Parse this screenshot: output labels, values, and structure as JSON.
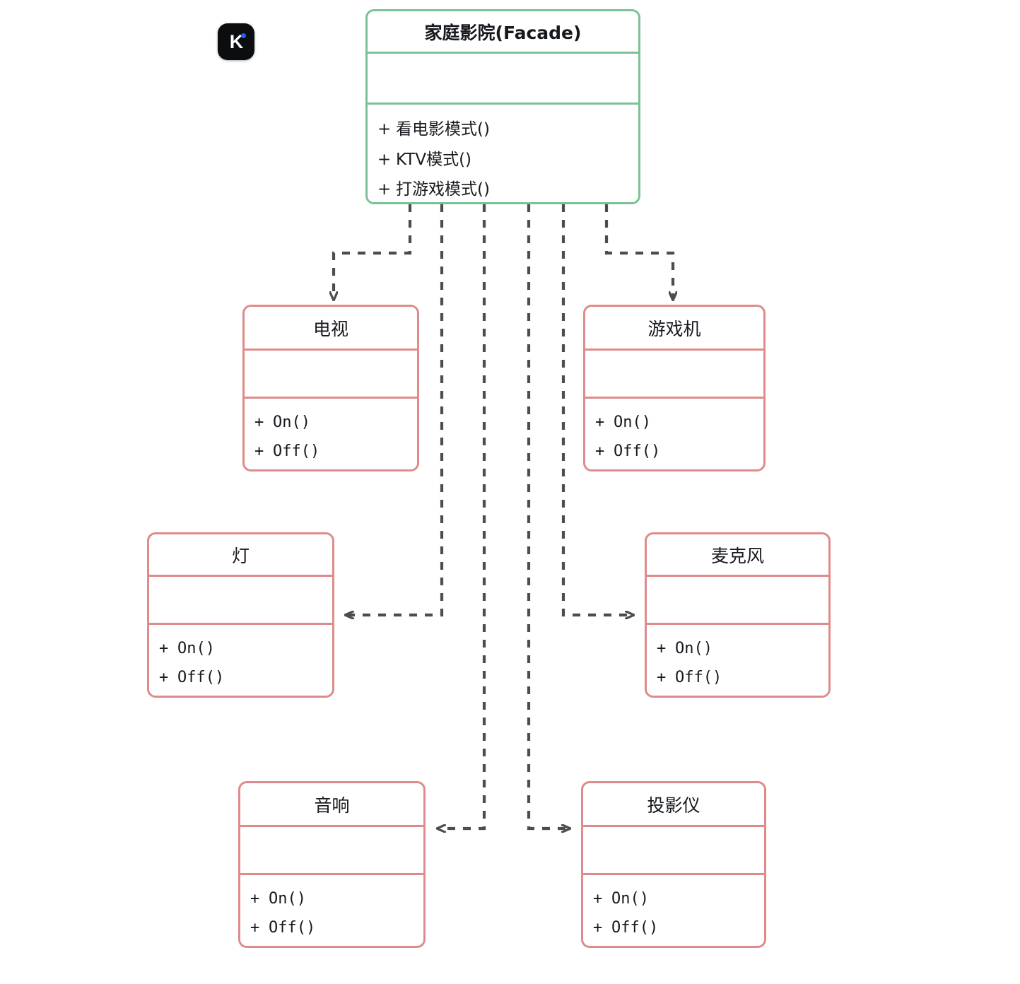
{
  "diagram": {
    "type": "uml-class-diagram",
    "pattern": "Facade",
    "background_color": "#ffffff",
    "facade_border_color": "#7cc195",
    "subsystem_border_color": "#e08b8b",
    "connector_color": "#4d4d4d",
    "connector_style": "dashed-dependency-arrow"
  },
  "logo": {
    "letter": "K",
    "background_color": "#0b0d0f",
    "dot_color": "#2f5cf0"
  },
  "facade": {
    "name": "家庭影院(Facade)",
    "attributes": [],
    "methods": [
      {
        "visibility": "+",
        "signature": "看电影模式()"
      },
      {
        "visibility": "+",
        "signature": "KTV模式()"
      },
      {
        "visibility": "+",
        "signature": "打游戏模式()"
      }
    ]
  },
  "subsystems": [
    {
      "name": "电视",
      "attributes": [],
      "methods": [
        {
          "visibility": "+",
          "signature": "On()"
        },
        {
          "visibility": "+",
          "signature": "Off()"
        }
      ]
    },
    {
      "name": "游戏机",
      "attributes": [],
      "methods": [
        {
          "visibility": "+",
          "signature": "On()"
        },
        {
          "visibility": "+",
          "signature": "Off()"
        }
      ]
    },
    {
      "name": "灯",
      "attributes": [],
      "methods": [
        {
          "visibility": "+",
          "signature": "On()"
        },
        {
          "visibility": "+",
          "signature": "Off()"
        }
      ]
    },
    {
      "name": "麦克风",
      "attributes": [],
      "methods": [
        {
          "visibility": "+",
          "signature": "On()"
        },
        {
          "visibility": "+",
          "signature": "Off()"
        }
      ]
    },
    {
      "name": "音响",
      "attributes": [],
      "methods": [
        {
          "visibility": "+",
          "signature": "On()"
        },
        {
          "visibility": "+",
          "signature": "Off()"
        }
      ]
    },
    {
      "name": "投影仪",
      "attributes": [],
      "methods": [
        {
          "visibility": "+",
          "signature": "On()"
        },
        {
          "visibility": "+",
          "signature": "Off()"
        }
      ]
    }
  ]
}
